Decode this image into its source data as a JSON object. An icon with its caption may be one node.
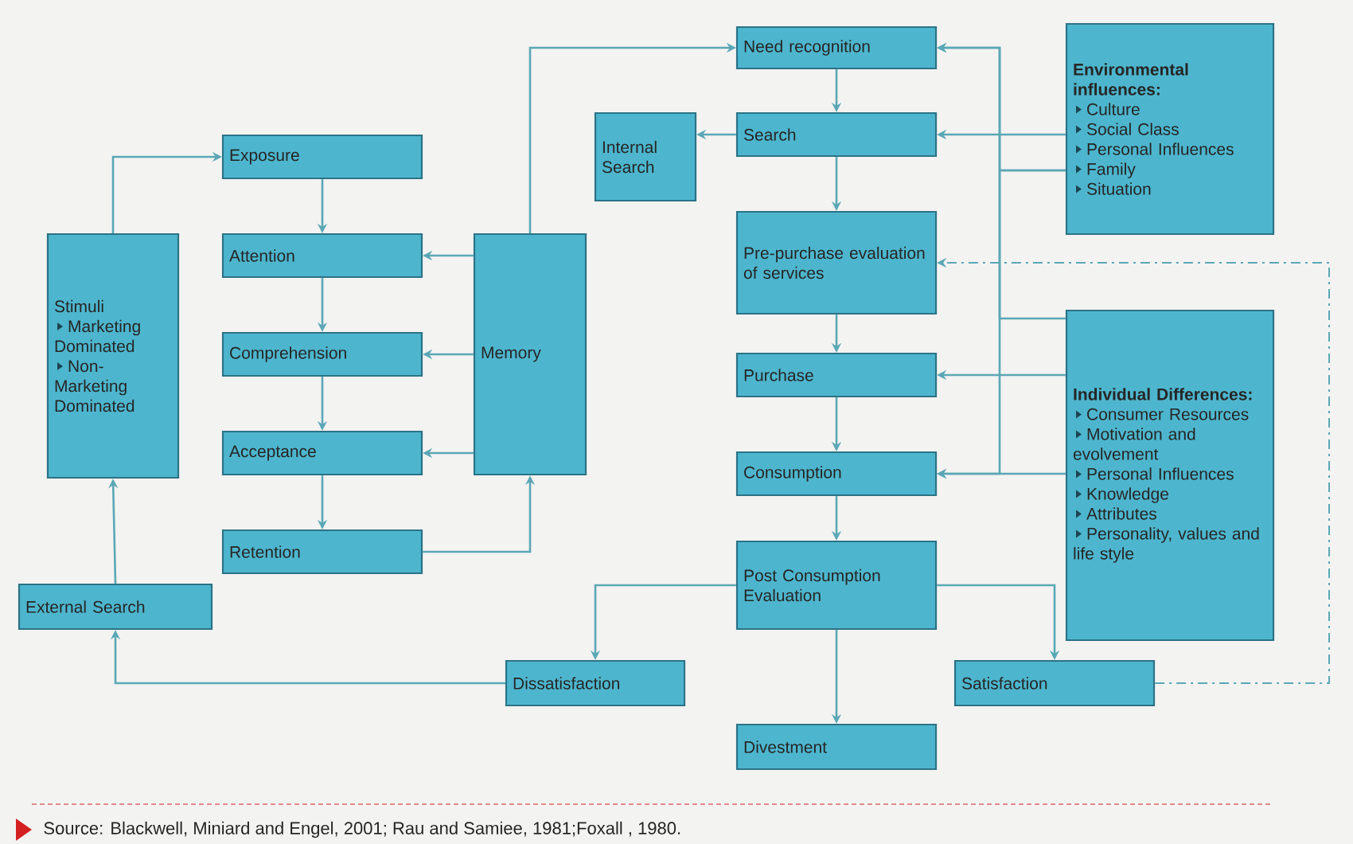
{
  "diagram": {
    "caption": "Source: Blackwell, Miniard and Engel, 2001; Rau and Samiee, 1981;Foxall , 1980.",
    "nodes": [
      {
        "text": [
          "Need recognition"
        ]
      },
      {
        "text": [
          "Environmental influences:",
          "Culture",
          "Social Class",
          "Personal Influences",
          "Family",
          "Situation"
        ]
      },
      {
        "text": [
          "Internal Search"
        ]
      },
      {
        "text": [
          "Search"
        ]
      },
      {
        "text": [
          "Exposure"
        ]
      },
      {
        "text": [
          "Stimuli",
          "Marketing Dominated",
          "Non-Marketing Dominated"
        ]
      },
      {
        "text": [
          "Attention"
        ]
      },
      {
        "text": [
          "Memory"
        ]
      },
      {
        "text": [
          "Pre-purchase evaluation of services"
        ]
      },
      {
        "text": [
          "Individual Differences:",
          "Consumer Resources",
          "Motivation and evolvement",
          "Personal Influences",
          "Knowledge",
          "Attributes",
          "Personality, values and life style"
        ]
      },
      {
        "text": [
          "Comprehension"
        ]
      },
      {
        "text": [
          "Purchase"
        ]
      },
      {
        "text": [
          "Acceptance"
        ]
      },
      {
        "text": [
          "Consumption"
        ]
      },
      {
        "text": [
          "Retention"
        ]
      },
      {
        "text": [
          "Post Consumption Evaluation"
        ]
      },
      {
        "text": [
          "External Search"
        ]
      },
      {
        "text": [
          "Dissatisfaction"
        ]
      },
      {
        "text": [
          "Satisfaction"
        ]
      },
      {
        "text": [
          "Divestment"
        ]
      }
    ],
    "edges": [
      {
        "from": 7,
        "to": 0,
        "arrow": "to"
      },
      {
        "from": 0,
        "to": 3,
        "arrow": "to"
      },
      {
        "from": 3,
        "to": 2,
        "arrow": "to"
      },
      {
        "from": 3,
        "to": 8,
        "arrow": "to"
      },
      {
        "from": 8,
        "to": 11,
        "arrow": "to"
      },
      {
        "from": 11,
        "to": 13,
        "arrow": "to"
      },
      {
        "from": 13,
        "to": 15,
        "arrow": "to"
      },
      {
        "from": 15,
        "to": 19,
        "arrow": "to"
      },
      {
        "from": 15,
        "to": 17,
        "arrow": "to"
      },
      {
        "from": 15,
        "to": 18,
        "arrow": "to"
      },
      {
        "from": 17,
        "to": 16,
        "arrow": "to"
      },
      {
        "from": 16,
        "to": 5,
        "arrow": "to"
      },
      {
        "from": 5,
        "to": 4,
        "arrow": "to"
      },
      {
        "from": 4,
        "to": 6,
        "arrow": "to"
      },
      {
        "from": 6,
        "to": 10,
        "arrow": "to"
      },
      {
        "from": 10,
        "to": 12,
        "arrow": "to"
      },
      {
        "from": 12,
        "to": 14,
        "arrow": "to"
      },
      {
        "from": 7,
        "to": 6,
        "arrow": "to"
      },
      {
        "from": 7,
        "to": 10,
        "arrow": "to"
      },
      {
        "from": 7,
        "to": 12,
        "arrow": "to"
      },
      {
        "from": 14,
        "to": 7,
        "arrow": "to"
      },
      {
        "from": 1,
        "to": 3,
        "arrow": "to"
      },
      {
        "from": 1,
        "to": 0,
        "arrow": "to"
      },
      {
        "from": 9,
        "to": 0,
        "arrow": "to"
      },
      {
        "from": 9,
        "to": 11,
        "arrow": "to"
      },
      {
        "from": 9,
        "to": 13,
        "arrow": "to"
      },
      {
        "from": 18,
        "to": 8,
        "arrow": "to",
        "style": "dashed"
      },
      {
        "from": 1,
        "to": 13,
        "arrow": "to"
      }
    ]
  }
}
